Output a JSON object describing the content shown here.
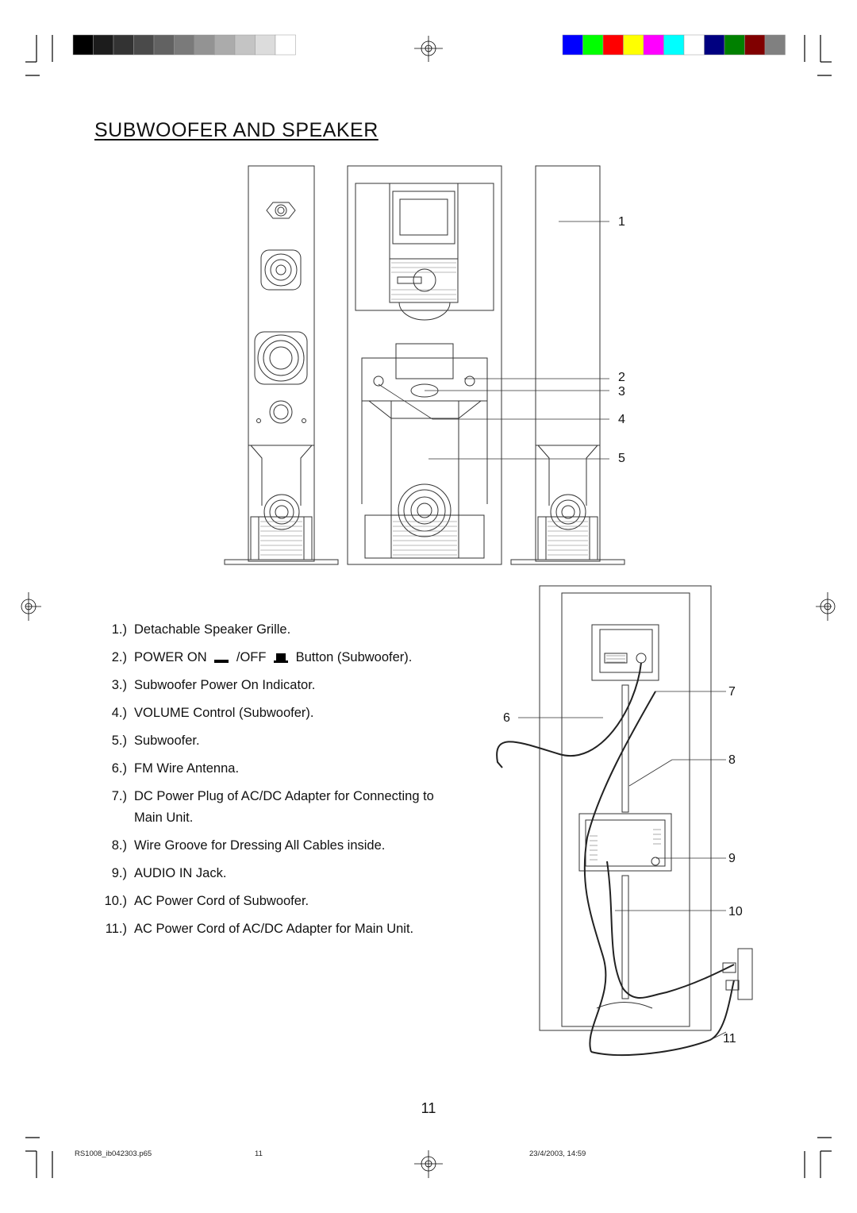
{
  "title": "SUBWOOFER AND SPEAKER",
  "legend": [
    {
      "num": "1.)",
      "text": "Detachable Speaker Grille."
    },
    {
      "num": "2.)",
      "text_a": "POWER ON",
      "text_b": "/OFF",
      "text_c": "Button (Subwoofer)."
    },
    {
      "num": "3.)",
      "text": "Subwoofer Power  On  Indicator."
    },
    {
      "num": "4.)",
      "text": "VOLUME Control (Subwoofer)."
    },
    {
      "num": "5.)",
      "text": "Subwoofer."
    },
    {
      "num": "6.)",
      "text": "FM Wire Antenna."
    },
    {
      "num": "7.)",
      "text": "DC Power Plug of AC/DC Adapter for Connecting to",
      "text2": "Main Unit."
    },
    {
      "num": "8.)",
      "text": "Wire Groove for Dressing All Cables inside."
    },
    {
      "num": "9.)",
      "text": "AUDIO IN Jack."
    },
    {
      "num": "10.)",
      "text": "AC Power Cord of Subwoofer."
    },
    {
      "num": "11.)",
      "text": "AC Power Cord of AC/DC Adapter for Main Unit."
    }
  ],
  "front_callouts": [
    "1",
    "2",
    "3",
    "4",
    "5"
  ],
  "back_callouts": [
    "6",
    "7",
    "8",
    "9",
    "10",
    "11"
  ],
  "page_number": "11",
  "footer": {
    "file": "RS1008_ib042303.p65",
    "page": "11",
    "date": "23/4/2003, 14:59"
  },
  "color_bar": [
    "#0000ff",
    "#00ff00",
    "#ff0000",
    "#ffff00",
    "#ff00ff",
    "#00ffff",
    "#ffffff",
    "#000080",
    "#008000",
    "#800000",
    "#808080"
  ],
  "gray_bar": [
    "#000000",
    "#1c1c1c",
    "#333333",
    "#4a4a4a",
    "#626262",
    "#7a7a7a",
    "#939393",
    "#ababab",
    "#c4c4c4",
    "#dcdcdc",
    "#ffffff"
  ]
}
